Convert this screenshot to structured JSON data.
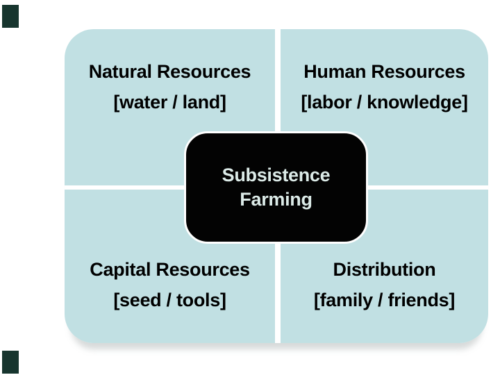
{
  "slide": {
    "background_color": "#ffffff",
    "corner_mark_color": "#17352e"
  },
  "diagram": {
    "quadrant_fill": "#c1e0e3",
    "divider_color": "#ffffff",
    "text_color": "#000000",
    "quadrants": [
      {
        "id": "natural-resources",
        "title": "Natural Resources",
        "detail": "[water / land]"
      },
      {
        "id": "human-resources",
        "title": "Human Resources",
        "detail": "[labor / knowledge]"
      },
      {
        "id": "capital-resources",
        "title": "Capital Resources",
        "detail": "[seed / tools]"
      },
      {
        "id": "distribution",
        "title": "Distribution",
        "detail": "[family / friends]"
      }
    ],
    "center": {
      "fill": "#030303",
      "border_color": "#ffffff",
      "text_color": "#dcebe8",
      "line1": "Subsistence",
      "line2": "Farming"
    }
  }
}
